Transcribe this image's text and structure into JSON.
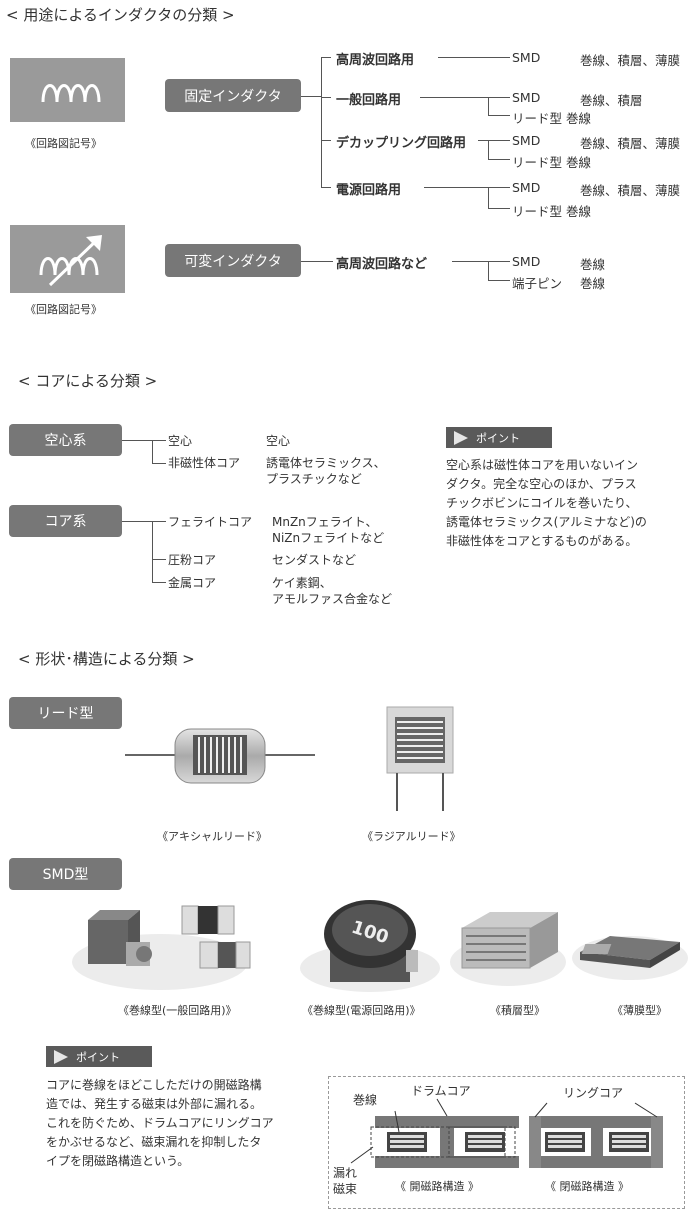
{
  "sections": {
    "usage_title": "< 用途によるインダクタの分類 >",
    "core_title": "< コアによる分類 >",
    "shape_title": "< 形状･構造による分類 >"
  },
  "usage": {
    "symbol_caption_fixed": "《回路図記号》",
    "symbol_caption_variable": "《回路図記号》",
    "fixed_label": "固定インダクタ",
    "variable_label": "可変インダクタ",
    "fixed_rows": [
      {
        "category": "高周波回路用",
        "lines": [
          {
            "type": "SMD",
            "method": "巻線、積層、薄膜"
          }
        ]
      },
      {
        "category": "一般回路用",
        "lines": [
          {
            "type": "SMD",
            "method": "巻線、積層"
          },
          {
            "type": "リード型",
            "method": "巻線"
          }
        ]
      },
      {
        "category": "デカップリング回路用",
        "lines": [
          {
            "type": "SMD",
            "method": "巻線、積層、薄膜"
          },
          {
            "type": "リード型",
            "method": "巻線"
          }
        ]
      },
      {
        "category": "電源回路用",
        "lines": [
          {
            "type": "SMD",
            "method": "巻線、積層、薄膜"
          },
          {
            "type": "リード型",
            "method": "巻線"
          }
        ]
      }
    ],
    "variable_rows": [
      {
        "category": "高周波回路など",
        "lines": [
          {
            "type": "SMD",
            "method": "巻線"
          },
          {
            "type": "端子ピン",
            "method": "巻線"
          }
        ]
      }
    ]
  },
  "core": {
    "air_label": "空心系",
    "air_items": [
      {
        "name": "空心",
        "desc": [
          "空心"
        ]
      },
      {
        "name": "非磁性体コア",
        "desc": [
          "誘電体セラミックス、",
          "プラスチックなど"
        ]
      }
    ],
    "magnetic_label": "コア系",
    "magnetic_items": [
      {
        "name": "フェライトコア",
        "desc": [
          "MnZnフェライト、",
          "NiZnフェライトなど"
        ]
      },
      {
        "name": "圧粉コア",
        "desc": [
          "センダストなど"
        ]
      },
      {
        "name": "金属コア",
        "desc": [
          "ケイ素鋼、",
          "アモルファス合金など"
        ]
      }
    ],
    "point": {
      "badge": "ポイント",
      "text": [
        "空心系は磁性体コアを用いないイン",
        "ダクタ。完全な空心のほか、プラス",
        "チックボビンにコイルを巻いたり、",
        "誘電体セラミックス(アルミナなど)の",
        "非磁性体をコアとするものがある。"
      ]
    }
  },
  "shape": {
    "lead_label": "リード型",
    "axial_caption": "《アキシャルリード》",
    "radial_caption": "《ラジアルリード》",
    "smd_label": "SMD型",
    "smd_captions": [
      "《巻線型(一般回路用)》",
      "《巻線型(電源回路用)》",
      "《積層型》",
      "《薄膜型》"
    ],
    "power_marking": "100",
    "point": {
      "badge": "ポイント",
      "text": [
        "コアに巻線をほどこしただけの開磁路構",
        "造では、発生する磁束は外部に漏れる。",
        "これを防ぐため、ドラムコアにリングコア",
        "をかぶせるなど、磁束漏れを抑制したタ",
        "イプを閉磁路構造という。"
      ]
    },
    "diagram": {
      "winding": "巻線",
      "drum_core": "ドラムコア",
      "ring_core": "リングコア",
      "leak_flux": [
        "漏れ",
        "磁束"
      ],
      "open_caption": "《 開磁路構造 》",
      "closed_caption": "《 閉磁路構造 》"
    }
  },
  "colors": {
    "dark_gray": "#777777",
    "symbol_gray": "#9a9a9a",
    "badge_gray": "#5a5a5a"
  }
}
